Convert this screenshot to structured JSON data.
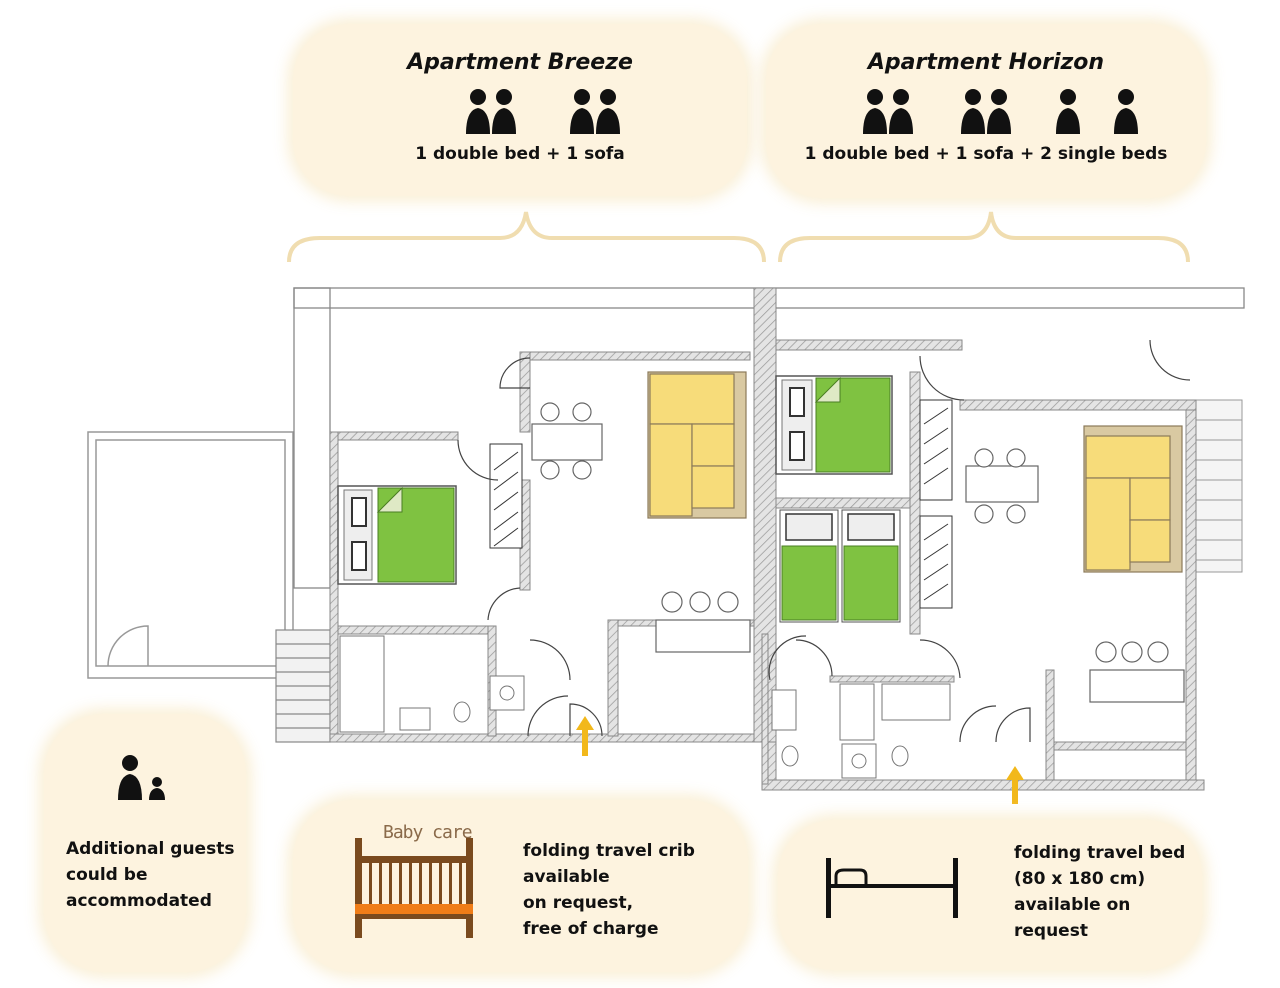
{
  "apartments": [
    {
      "name": "Apartment Breeze",
      "beds": "1 double bed + 1 sofa"
    },
    {
      "name": "Apartment Horizon",
      "beds": "1 double bed + 1 sofa + 2 single beds"
    }
  ],
  "additional_guests": {
    "line1": "Additional guests",
    "line2": "could be",
    "line3": "accommodated",
    "icon": "adult-child-icon"
  },
  "crib": {
    "label": "Baby care",
    "line1": "folding travel crib",
    "line2": "available",
    "line3": "on request,",
    "line4": "free of charge",
    "icon": "baby-crib-icon"
  },
  "travel_bed": {
    "line1": "folding travel bed",
    "line2": "(80 x 180 cm)",
    "line3": "available on",
    "line4": "request",
    "icon": "travel-bed-icon"
  },
  "colors": {
    "card_bg": "#fdf3df",
    "bracket": "#f0ddb0",
    "bed_green": "#7fc241",
    "sofa_yellow": "#f7dc7a",
    "entrance_arrow": "#f2b81b",
    "wall_gray": "#aaaaaa"
  }
}
